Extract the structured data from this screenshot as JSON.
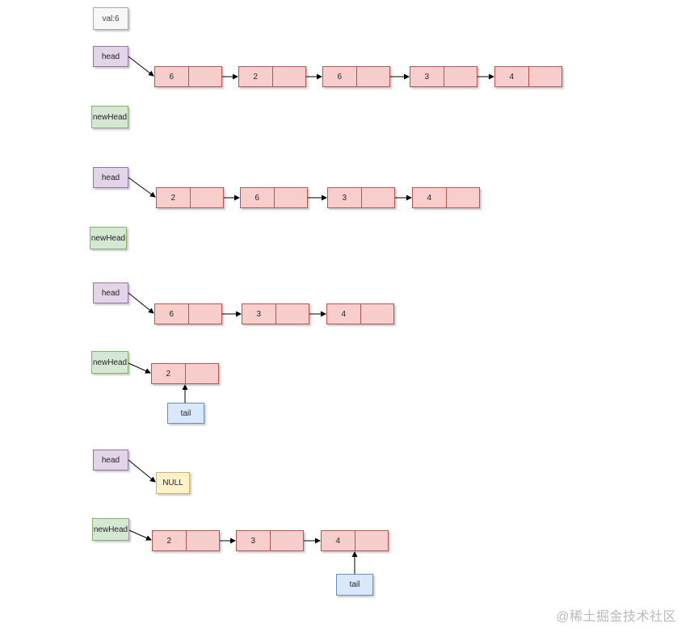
{
  "val_label": "val:6",
  "head_label": "head",
  "newhead_label": "newHead",
  "tail_label": "tail",
  "null_label": "NULL",
  "step1": {
    "list": [
      "6",
      "2",
      "6",
      "3",
      "4"
    ]
  },
  "step2": {
    "list": [
      "2",
      "6",
      "3",
      "4"
    ]
  },
  "step3": {
    "list": [
      "6",
      "3",
      "4"
    ],
    "new_list": [
      "2"
    ]
  },
  "step4": {
    "new_list": [
      "2",
      "3",
      "4"
    ]
  },
  "watermark": "@稀土掘金技术社区",
  "colors": {
    "node_fill": "#f8cecc",
    "node_border": "#b85450",
    "head_fill": "#e1d5e7",
    "newhead_fill": "#d5e8d4",
    "tail_fill": "#dae8fc",
    "null_fill": "#fff2cc"
  }
}
